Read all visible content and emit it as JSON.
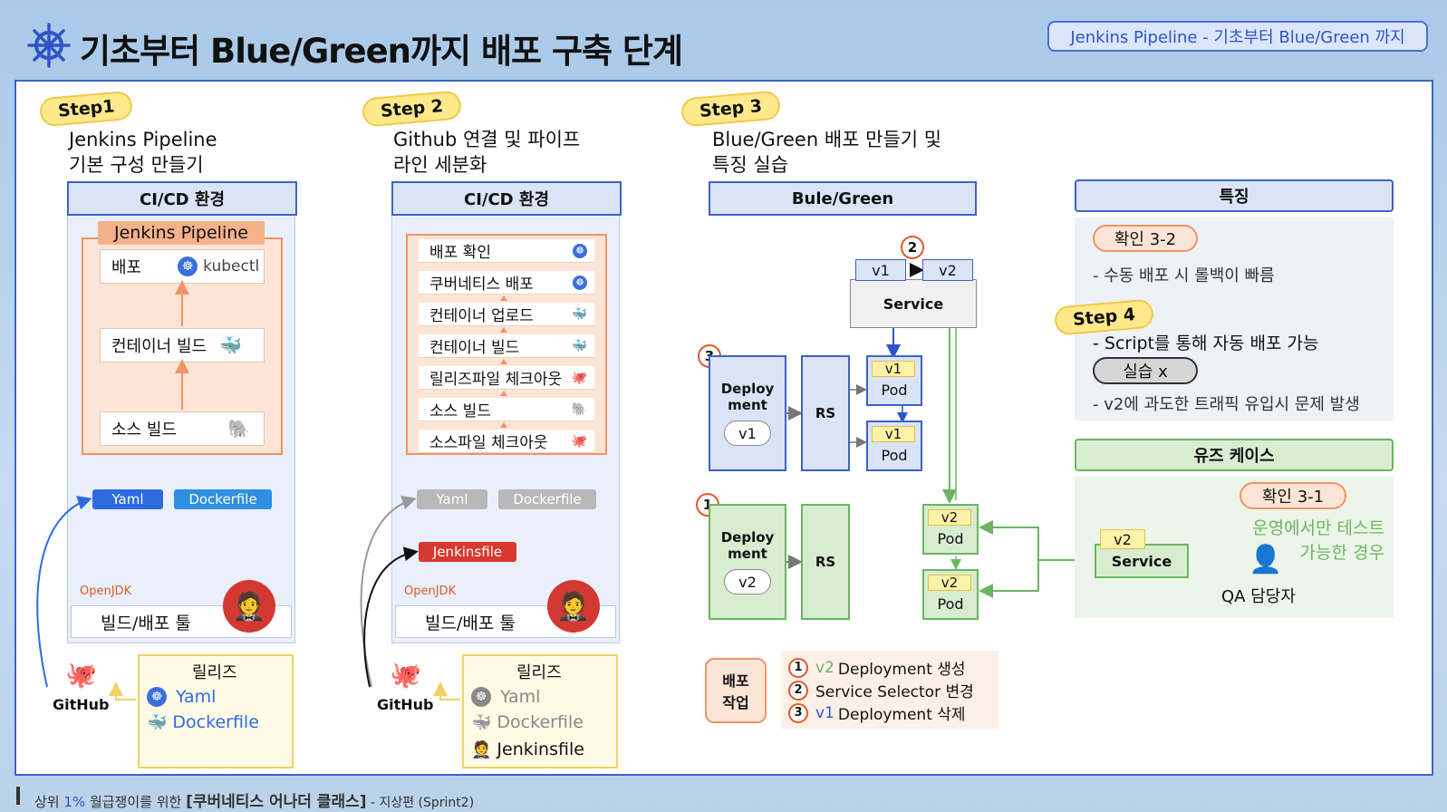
{
  "header": {
    "title": "기초부터 Blue/Green까지 배포 구축 단계",
    "tag": "Jenkins Pipeline - 기초부터 Blue/Green 까지"
  },
  "step1": {
    "badge": "Step1",
    "subtitle_line1": "Jenkins Pipeline",
    "subtitle_line2": "기본 구성 만들기",
    "env_header": "CI/CD 환경",
    "pipeline_label": "Jenkins Pipeline",
    "stages": [
      {
        "label": "배포",
        "tool": "kubectl"
      },
      {
        "label": "컨테이너 빌드"
      },
      {
        "label": "소스 빌드"
      }
    ],
    "files": [
      "Yaml",
      "Dockerfile"
    ],
    "openjdk": "OpenJDK",
    "build_tool": "빌드/배포 툴",
    "github": "GitHub",
    "release_title": "릴리즈",
    "release_items": [
      "Yaml",
      "Dockerfile"
    ]
  },
  "step2": {
    "badge": "Step 2",
    "subtitle_line1": "Github 연결 및 파이프",
    "subtitle_line2": "라인 세분화",
    "env_header": "CI/CD 환경",
    "stages": [
      "배포 확인",
      "쿠버네티스 배포",
      "컨테이너 업로드",
      "컨테이너 빌드",
      "릴리즈파일 체크아웃",
      "소스 빌드",
      "소스파일 체크아웃"
    ],
    "files": [
      "Yaml",
      "Dockerfile",
      "Jenkinsfile"
    ],
    "openjdk": "OpenJDK",
    "build_tool": "빌드/배포 툴",
    "github": "GitHub",
    "release_title": "릴리즈",
    "release_items": [
      "Yaml",
      "Dockerfile",
      "Jenkinsfile"
    ]
  },
  "step3": {
    "badge": "Step 3",
    "subtitle_line1": "Blue/Green 배포 만들기 및",
    "subtitle_line2": "특징 실습",
    "header": "Bule/Green",
    "service_label": "Service",
    "svc_v1": "v1",
    "svc_v2": "v2",
    "deploy_label_1": "Deploy",
    "deploy_label_2": "ment",
    "deploy_v1": "v1",
    "deploy_v2": "v2",
    "rs": "RS",
    "pod": "Pod",
    "pod_v1": "v1",
    "pod_v2": "v2",
    "num1": "1",
    "num2": "2",
    "num3": "3",
    "work_label_1": "배포",
    "work_label_2": "작업",
    "work_steps": [
      {
        "num": "1",
        "ver": "v2",
        "text": "Deployment 생성"
      },
      {
        "num": "2",
        "ver": "",
        "text": "Service Selector 변경"
      },
      {
        "num": "3",
        "ver": "v1",
        "text": "Deployment 삭제"
      }
    ]
  },
  "features": {
    "header": "특징",
    "check_badge": "확인 3-2",
    "line1": "- 수동 배포 시 롤백이 빠름",
    "step4_badge": "Step 4",
    "line2": "- Script를 통해 자동 배포 가능",
    "practice_badge": "실습 x",
    "line3": "- v2에 과도한 트래픽 유입시 문제 발생"
  },
  "usecase": {
    "header": "유즈 케이스",
    "check_badge": "확인 3-1",
    "desc_line1": "운영에서만 테스트",
    "desc_line2": "가능한 경우",
    "service_ver": "v2",
    "service_label": "Service",
    "qa_label": "QA 담당자"
  },
  "footer": {
    "prefix": "상위 ",
    "highlight": "1%",
    "mid": " 월급쟁이를 위한 ",
    "course": "[쿠버네티스 어나더 클래스]",
    "suffix": " - 지상편 (Sprint2)"
  },
  "colors": {
    "accent_blue": "#3c63c5",
    "green": "#6bb561",
    "orange": "#f19366",
    "yellow": "#ffe98a"
  }
}
